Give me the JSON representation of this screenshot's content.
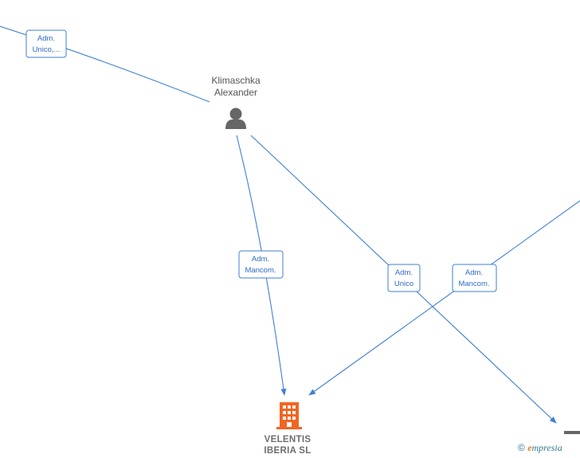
{
  "nodes": {
    "person": {
      "line1": "Klimaschka",
      "line2": "Alexander",
      "icon": "person-icon"
    },
    "company": {
      "line1": "VELENTIS",
      "line2": "IBERIA  SL",
      "icon": "building-icon",
      "color": "#f26522"
    }
  },
  "edges": [
    {
      "id": "edge-offscreen-left-to-person",
      "line1": "Adm.",
      "line2": "Unico,..."
    },
    {
      "id": "edge-person-to-company",
      "line1": "Adm.",
      "line2": "Mancom."
    },
    {
      "id": "edge-person-to-offscreen-bottom",
      "line1": "Adm.",
      "line2": "Unico"
    },
    {
      "id": "edge-offscreen-right-to-company",
      "line1": "Adm.",
      "line2": "Mancom."
    }
  ],
  "footer": {
    "copyright": "©",
    "brand_initial": "e",
    "brand_rest": "mpresia"
  },
  "colors": {
    "edge": "#3f7fd1",
    "label_text": "#2c6cc4",
    "company_icon": "#f26522",
    "person_icon": "#666666"
  }
}
